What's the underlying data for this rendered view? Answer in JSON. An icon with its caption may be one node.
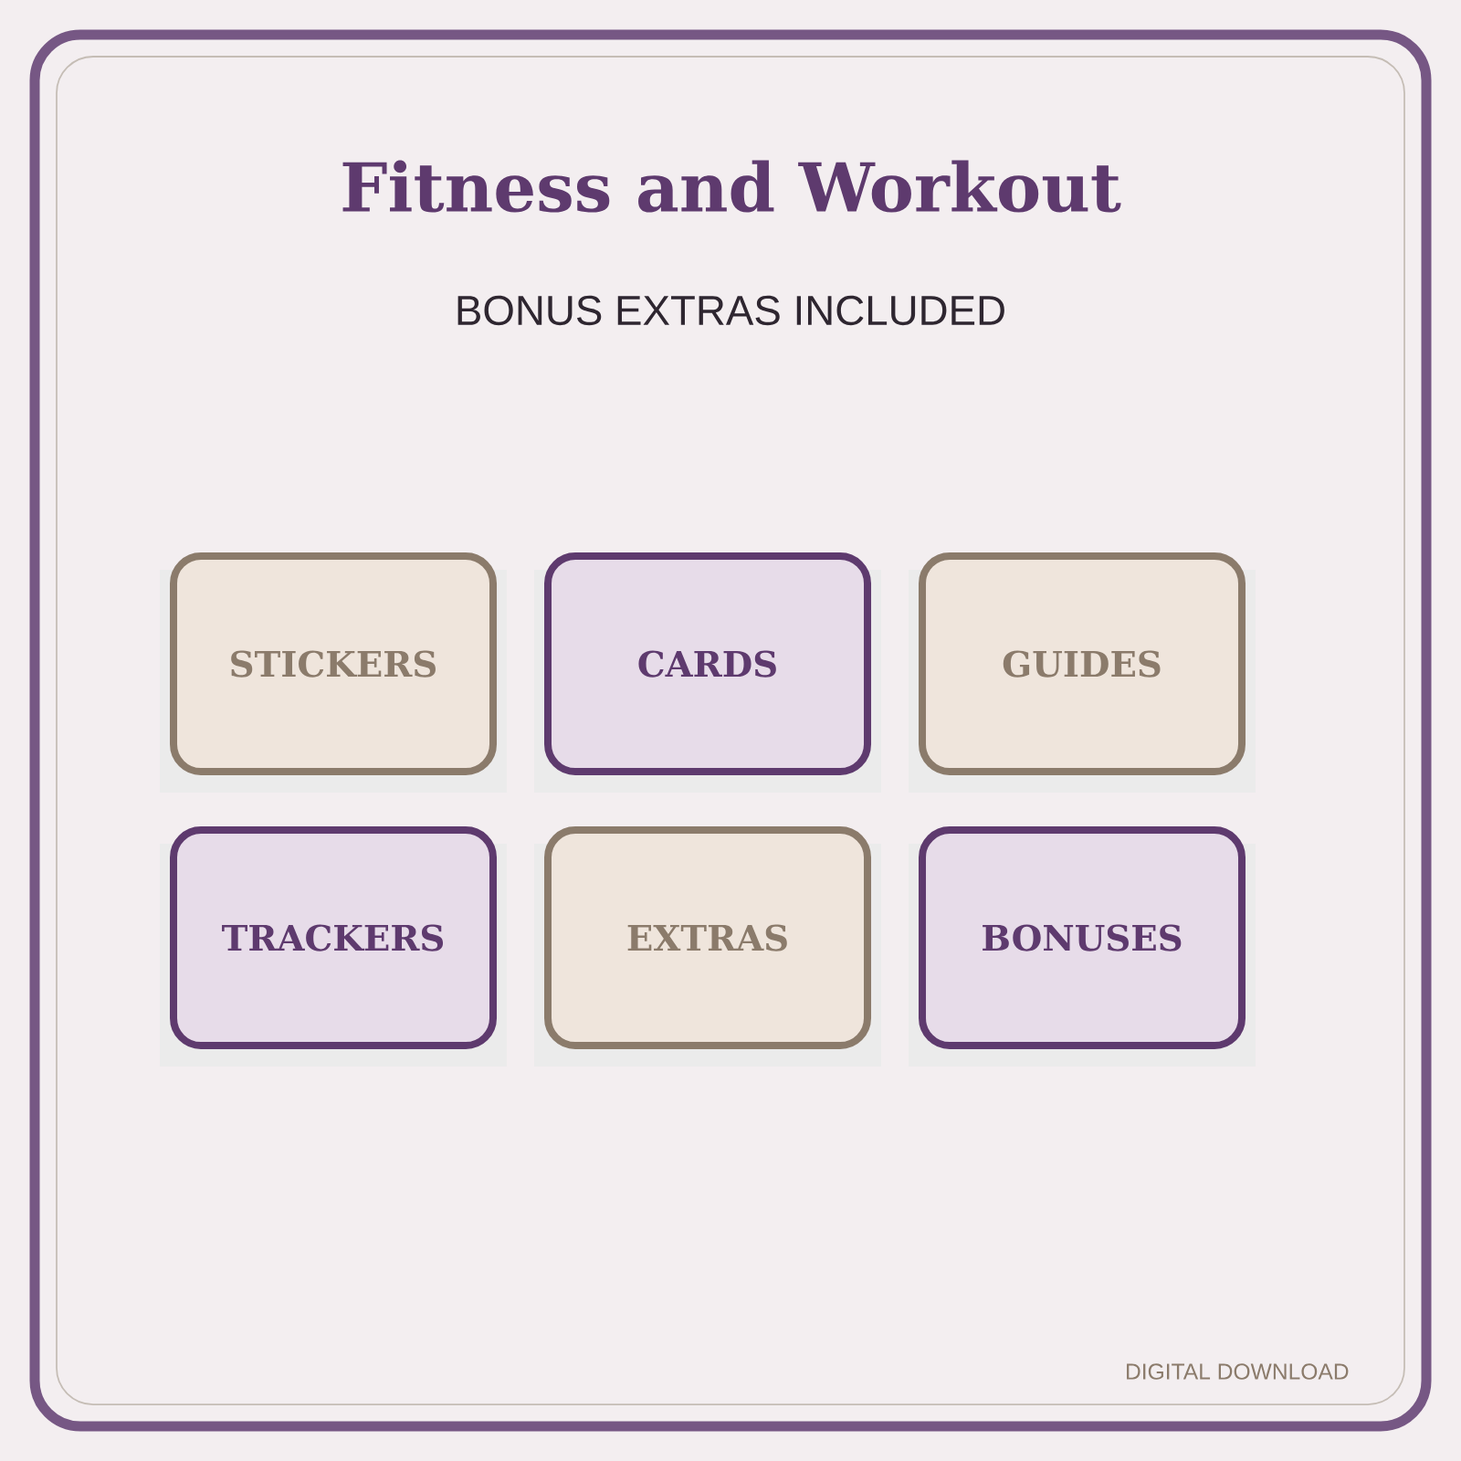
{
  "diagram": {
    "title": "Fitness and Workout",
    "nodes": [
      {
        "text": [
          "STICKERS"
        ]
      },
      {
        "text": [
          "CARDS"
        ]
      },
      {
        "text": [
          "GUIDES"
        ]
      },
      {
        "text": [
          "TRACKERS"
        ]
      },
      {
        "text": [
          "EXTRAS"
        ]
      },
      {
        "text": [
          "BONUSES"
        ]
      }
    ],
    "labels": [
      "BONUS EXTRAS INCLUDED",
      "DIGITAL DOWNLOAD"
    ]
  }
}
